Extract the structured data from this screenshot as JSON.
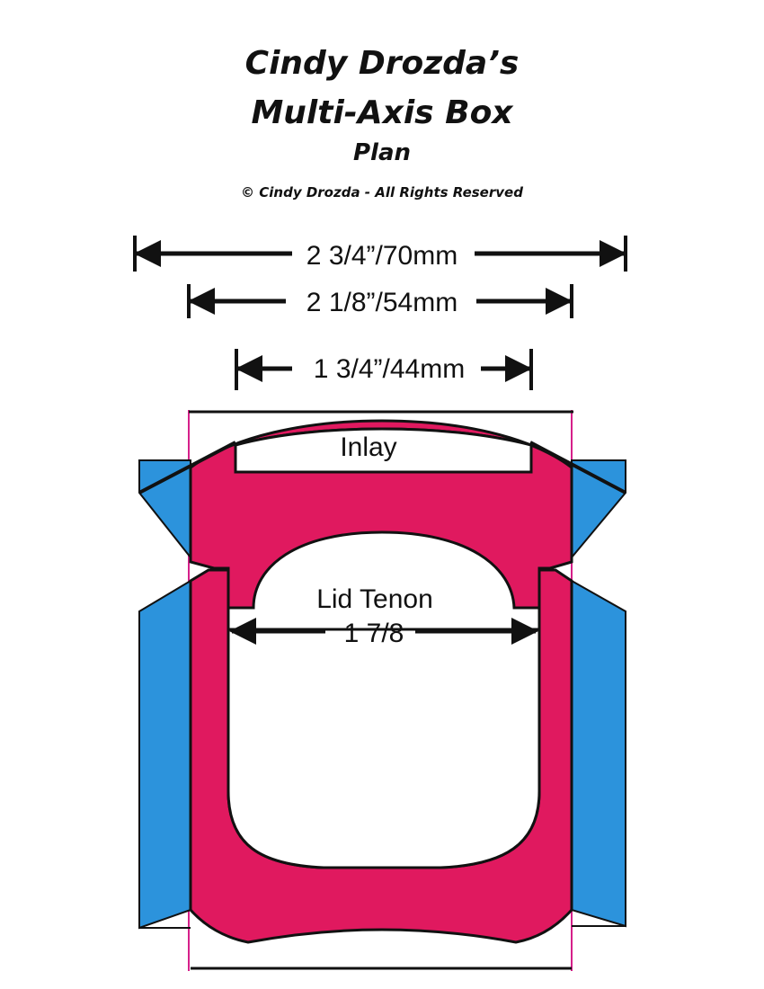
{
  "header": {
    "title_line1": "Cindy Drozda’s",
    "title_line2": "Multi-Axis Box",
    "subtitle": "Plan",
    "copyright": "© Cindy Drozda - All Rights Reserved"
  },
  "dimensions": {
    "overall": "2 3/4”/70mm",
    "body": "2 1/8”/54mm",
    "inlay_width": "1 3/4”/44mm",
    "tenon": "1 7/8"
  },
  "labels": {
    "inlay": "Inlay",
    "lid_tenon": "Lid Tenon"
  },
  "colors": {
    "wood_body": "#e0195f",
    "wood_side": "#2c93dc",
    "outline": "#111111",
    "guide_line": "#d6208a"
  }
}
